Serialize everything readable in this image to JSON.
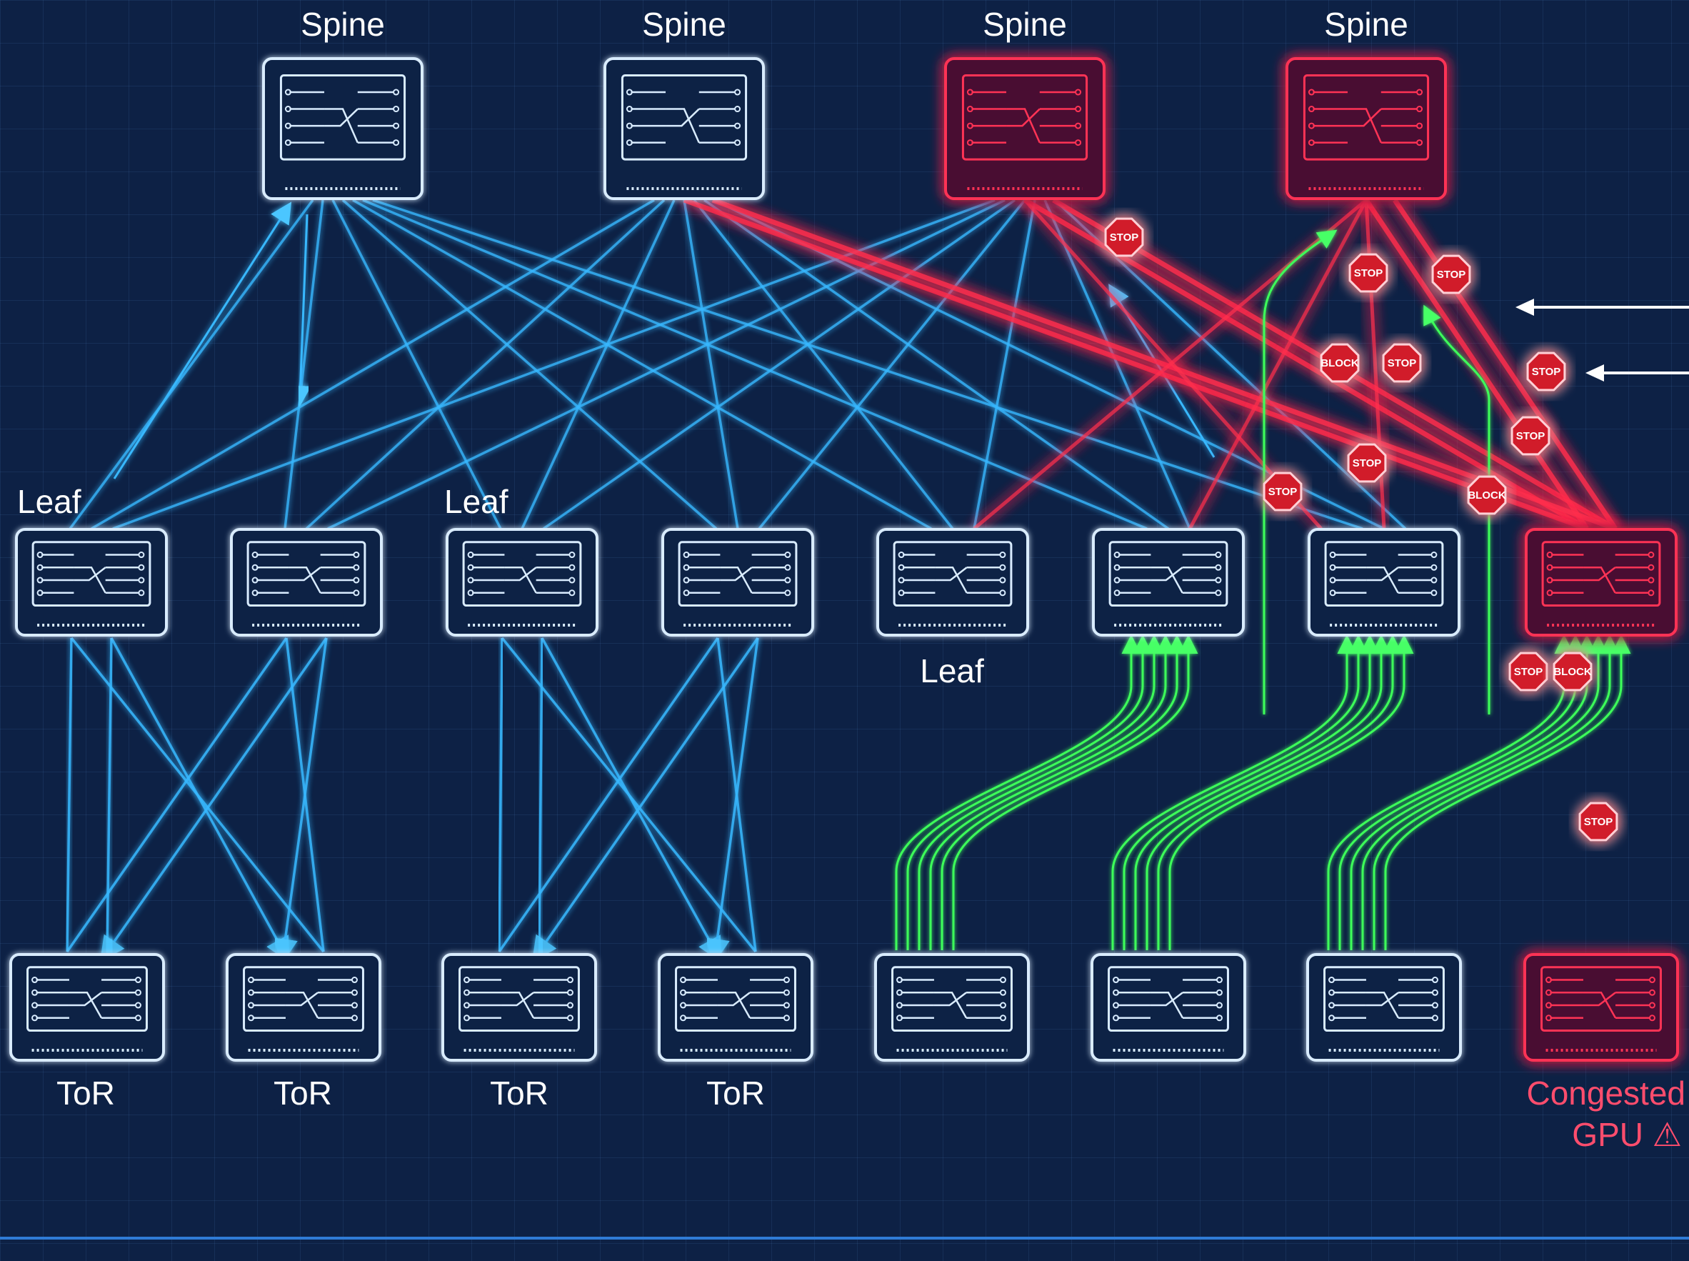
{
  "labels": {
    "spine": "Spine",
    "leaf": "Leaf",
    "tor": "ToR",
    "congested_line1": "Congested",
    "congested_line2": "GPU ⚠"
  },
  "stop_signs": [
    "STOP",
    "BLOCK"
  ],
  "colors": {
    "background": "#0d2145",
    "healthy_link": "#39b8ff",
    "congested": "#ff2e4d",
    "flow": "#3dff5a",
    "node_outline": "#d9ecff",
    "congested_node": "#ff3355"
  },
  "icons": [
    "switch-icon",
    "stop-sign-icon",
    "arrow-left-icon",
    "warning-icon"
  ]
}
